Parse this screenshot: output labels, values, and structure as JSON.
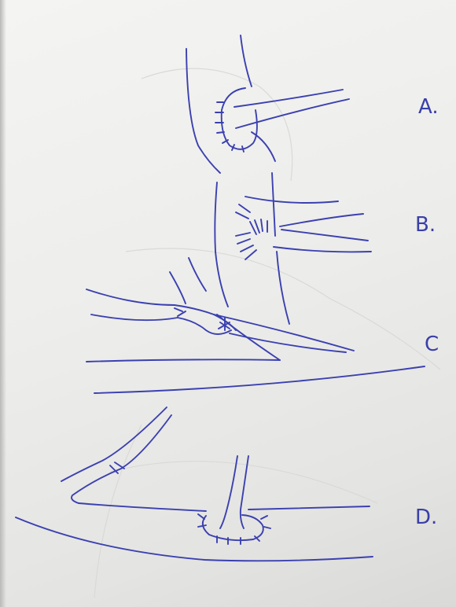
{
  "labels": {
    "a": "A.",
    "b": "B.",
    "c": "C",
    "d": "D."
  },
  "colors": {
    "ink": "#3b40b0",
    "paper": "#eeeeec",
    "faint_trace": "#d6d6d4"
  }
}
